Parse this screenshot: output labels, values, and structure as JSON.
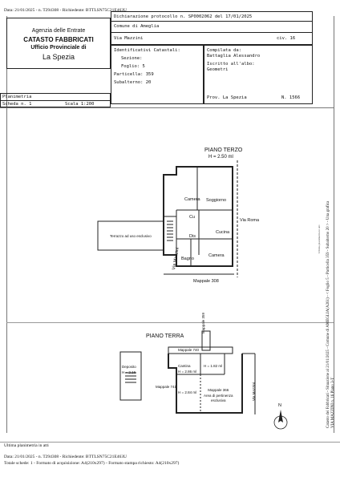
{
  "header_line": "Data: 21/01/2025 - n. T294308 - Richiedente: BTTLSN75C21E463U",
  "agency": {
    "line1": "Agenzia delle Entrate",
    "line2": "CATASTO FABBRICATI",
    "line3": "Ufficio Provinciale di",
    "line4": "La Spezia"
  },
  "declaration": {
    "text": "Dichiarazione protocollo n. SP0002062 del 17/01/2025",
    "comune": "Comune di Ameglia",
    "via": "Via Mazzini",
    "civ": "civ. 16"
  },
  "identificativi": {
    "title": "Identificativi Catastali:",
    "sezione": "Sezione:",
    "foglio": "Foglio: 5",
    "particella": "Particella: 359",
    "subalterno": "Subalterno: 20"
  },
  "compilata": {
    "title": "Compilata da:",
    "name": "Battaglia Alessandro",
    "iscritto": "Iscritto all'albo:",
    "albo": "Geometri",
    "prov": "Prov. La Spezia",
    "numero": "N. 1566"
  },
  "planimetria": {
    "title": "Planimetria",
    "scheda": "Scheda n. 1",
    "scala": "Scala 1:200"
  },
  "plan_terzo": {
    "title": "PIANO TERZO",
    "height": "H = 2.50 ml",
    "rooms": {
      "camera1": "Camera",
      "soggiorno": "Soggiorno",
      "cu": "Cu",
      "cucina": "Cucina",
      "bagno": "Bagno",
      "camera2": "Camera",
      "dis": "Dis",
      "terrazzo": "Terrazzo ad uso esclusivo"
    },
    "via_roma": "Via Roma",
    "via_mazzini": "Via Mazzini",
    "mappale": "Mappale 308"
  },
  "plan_terra": {
    "title": "PIANO TERRA",
    "mappale_359": "Mappale 359",
    "mappale_740": "Mappale 740",
    "mappale_741": "Mappale 741",
    "deposito": "Deposito\nH = 2.16",
    "cantina": "Cantina\nH = 2.86 ml",
    "h182": "H = 1.82 ml",
    "h284": "H = 2.84 ml",
    "mappale_366": "Mappale 366\nArea di pertinenza\nesclusiva",
    "via_mazzini": "Via Mazzini",
    "north": "N"
  },
  "side_text": {
    "line1": "Catasto dei Fabbricati - Situazione al 21/01/2025 - Comune di AMEGLIA(A261) - < Foglio 5 - Particella 359 - Subalterno 20 > - Una grafica",
    "line2": "VIA MAZZINI n. 16 Piano 3-T",
    "stamp": "Ultima planimetria in atti"
  },
  "footer": {
    "ultima": "Ultima planimetria in atti",
    "line1": "Data: 21/01/2025 - n. T294308 - Richiedente: BTTLSN75C21E463U",
    "line2": "Totale schede: 1 - Formato di acquisizione: A4(210x297) - Formato stampa richiesto: A4(210x297)"
  }
}
